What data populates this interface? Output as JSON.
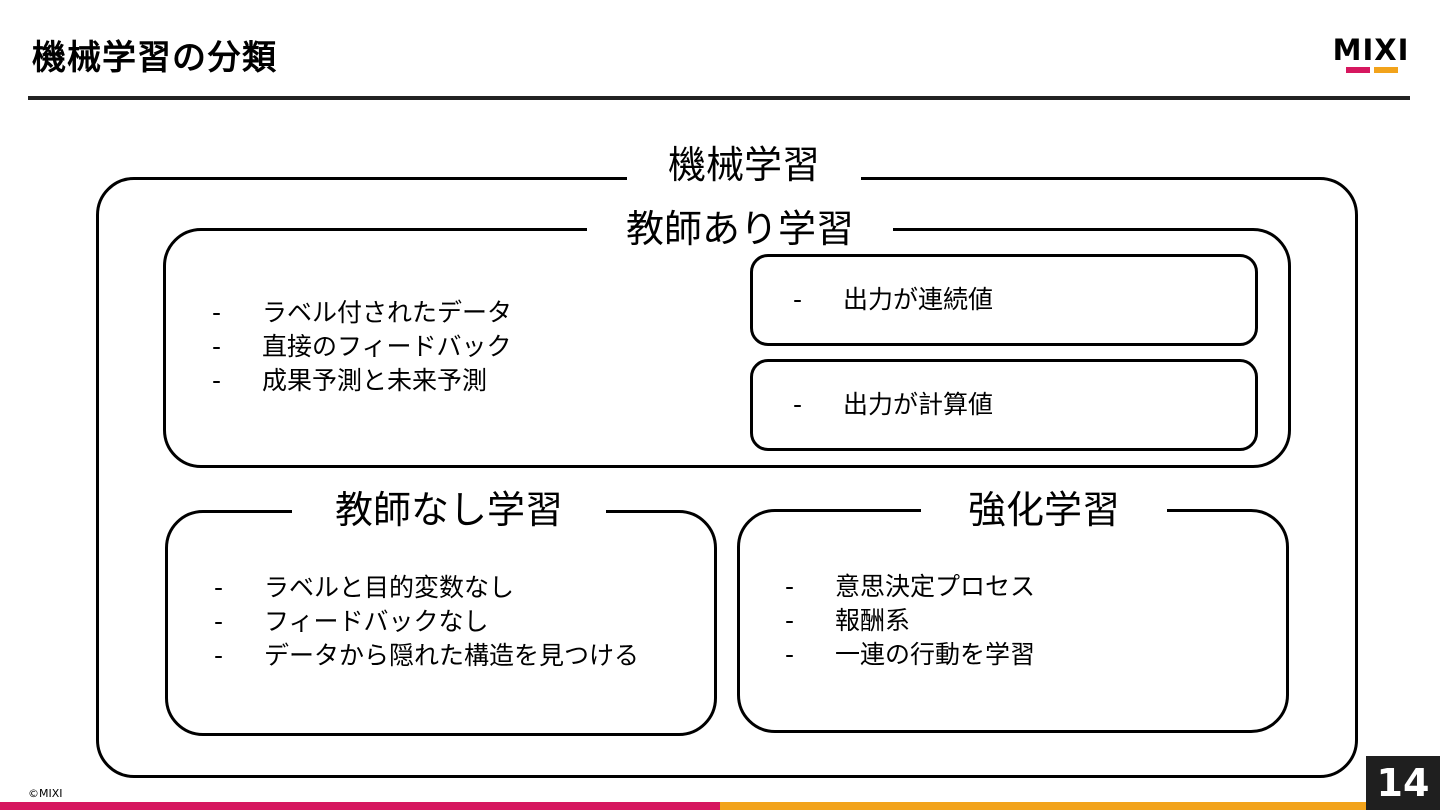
{
  "header": {
    "title": "機械学習の分類"
  },
  "logo": {
    "text": "MIXI",
    "bar_colors": [
      "#d6175f",
      "#f2a31b"
    ]
  },
  "diagram": {
    "outer": {
      "label": "機械学習"
    },
    "supervised": {
      "label": "教師あり学習",
      "items": [
        "ラベル付されたデータ",
        "直接のフィードバック",
        "成果予測と未来予測"
      ],
      "regression": {
        "items": [
          "出力が連続値"
        ]
      },
      "classification": {
        "items": [
          "出力が計算値"
        ]
      }
    },
    "unsupervised": {
      "label": "教師なし学習",
      "items": [
        "ラベルと目的変数なし",
        "フィードバックなし",
        "データから隠れた構造を見つける"
      ]
    },
    "reinforcement": {
      "label": "強化学習",
      "items": [
        "意思決定プロセス",
        "報酬系",
        "一連の行動を学習"
      ]
    }
  },
  "footer": {
    "copyright": "©MIXI",
    "page_number": "14",
    "bar_colors": [
      "#d6175f",
      "#f2a31b"
    ]
  }
}
